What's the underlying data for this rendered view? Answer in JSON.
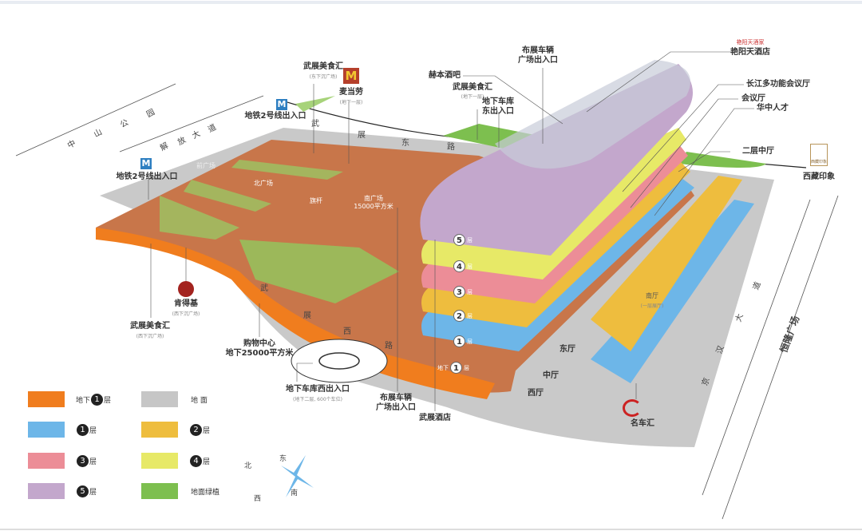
{
  "labels": {
    "food_east": "武展美食汇",
    "food_east_sub": "(东下沉广场)",
    "mcd": "麦当劳",
    "mcd_sub": "(地下一层)",
    "metro_top": "地铁2号线出入口",
    "metro_left": "地铁2号线出入口",
    "truck_top": "布展车辆\n广场出入口",
    "bar": "赫本酒吧",
    "food_b1": "武展美食汇",
    "food_b1_sub": "(地下一层)",
    "garage_east": "地下车库\n东出入口",
    "hotel_yyt": "艳阳天酒店",
    "yyt_logo": "艳阳天酒家",
    "yangtze_hall": "长江多功能会议厅",
    "meeting_hall": "会议厅",
    "huazhong": "华中人才",
    "second_mid_hall": "二层中厅",
    "tibet": "西藏印象",
    "tibet_logo": "西藏印象",
    "front_plaza": "前广场",
    "north_plaza": "北广场",
    "flagpole": "旗杆",
    "south_plaza": "南广场\n15000平方米",
    "kfc": "肯得基",
    "kfc_sub": "(西下沉广场)",
    "food_west": "武展美食汇",
    "food_west_sub": "(西下沉广场)",
    "mall": "购物中心\n地下25000平方米",
    "garage_west": "地下车库西出入口",
    "garage_west_sub": "(地下二层, 600个车位)",
    "truck_bottom": "布展车辆\n广场出入口",
    "wz_hotel": "武展酒店",
    "east_hall": "东厅",
    "mid_hall": "中厅",
    "west_hall": "西厅",
    "south_hall": "南厅",
    "south_hall_sub": "(一层展厅)",
    "car": "名车汇",
    "metro_m": "M",
    "mcd_m": "M"
  },
  "roads": {
    "zhongshan": [
      "中",
      "山",
      "公",
      "园"
    ],
    "jiefang": [
      "解",
      "放",
      "大",
      "道"
    ],
    "wzeast": [
      "武",
      "展",
      "东",
      "路"
    ],
    "wzwest": [
      "武",
      "展",
      "西",
      "路"
    ],
    "jinghan": [
      "京",
      "汉",
      "大",
      "道"
    ],
    "henglong": "恒隆广场"
  },
  "floors": [
    {
      "num": "5",
      "label": "层"
    },
    {
      "num": "4",
      "label": "层"
    },
    {
      "num": "3",
      "label": "层"
    },
    {
      "num": "2",
      "label": "层"
    },
    {
      "num": "1",
      "label": "层"
    },
    {
      "num": "1",
      "label": "层",
      "prefix": "地下"
    }
  ],
  "legend": [
    {
      "prefix": "地下",
      "num": "1",
      "text": "层",
      "color": "#f07d1e"
    },
    {
      "prefix": "",
      "num": "",
      "text": "地 面",
      "color": "#c6c6c6"
    },
    {
      "prefix": "",
      "num": "1",
      "text": "层",
      "color": "#6db6e8"
    },
    {
      "prefix": "",
      "num": "2",
      "text": "层",
      "color": "#eebd3e"
    },
    {
      "prefix": "",
      "num": "3",
      "text": "层",
      "color": "#ec8d97"
    },
    {
      "prefix": "",
      "num": "4",
      "text": "层",
      "color": "#e7e967"
    },
    {
      "prefix": "",
      "num": "5",
      "text": "层",
      "color": "#c3a7cc"
    },
    {
      "prefix": "",
      "num": "",
      "text": "地面绿植",
      "color": "#7dbf4f"
    }
  ],
  "compass": {
    "n": "北",
    "e": "东",
    "s": "南",
    "w": "西"
  }
}
